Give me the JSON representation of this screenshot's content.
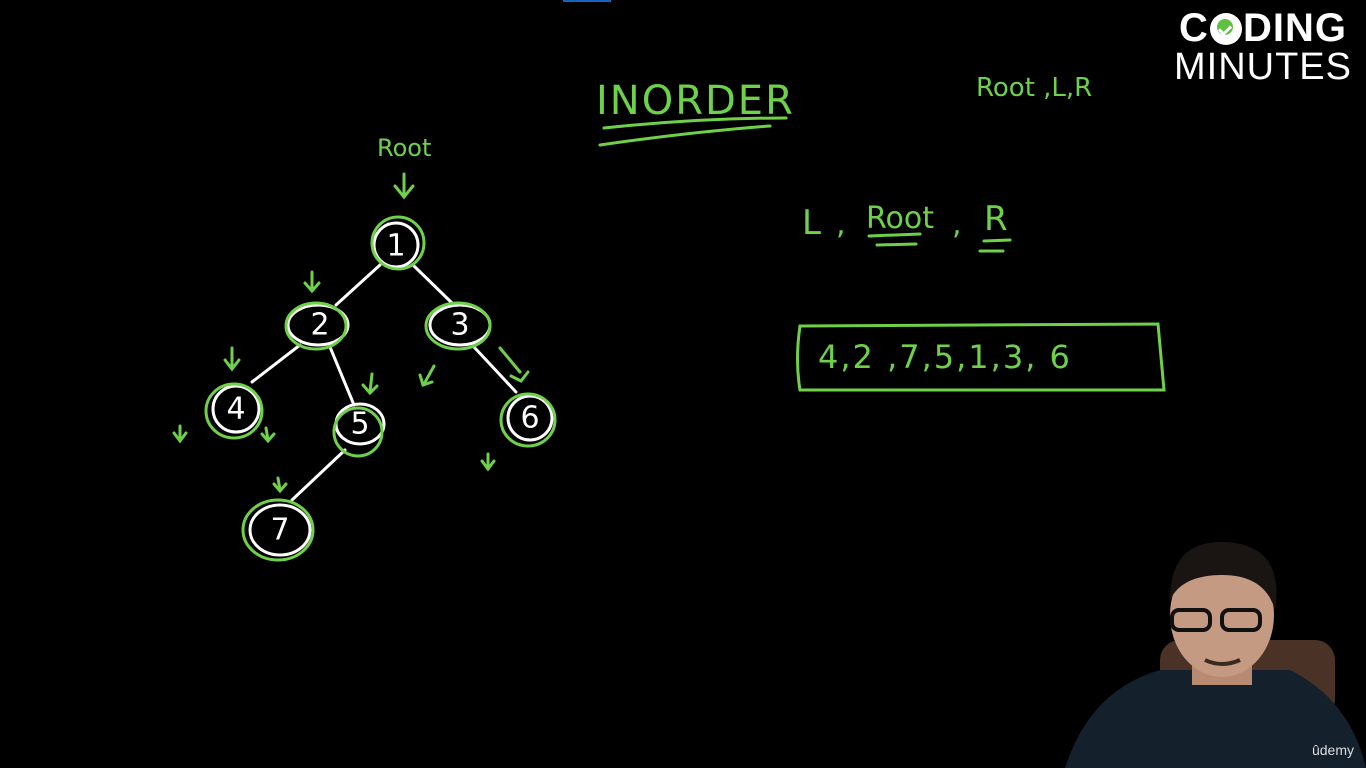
{
  "title": "INORDER",
  "preorder_note": "Root ,L,R",
  "root_label": "Root",
  "order_rule": {
    "left": "L",
    "sep1": ",",
    "root": "Root",
    "sep2": ",",
    "right": "R"
  },
  "tree": {
    "nodes": [
      "1",
      "2",
      "3",
      "4",
      "5",
      "6",
      "7"
    ]
  },
  "result": {
    "values": [
      "4",
      "2",
      "7",
      "5",
      "1",
      "3",
      "6"
    ],
    "text": "4,2 ,7,5,1,3, 6"
  },
  "logo": {
    "line1_a": "C",
    "line1_b": "DING",
    "line2": "MINUTES"
  },
  "watermark": "ûdemy",
  "colors": {
    "ink": "#6fd04a",
    "chalk": "#ffffff",
    "background": "#000000"
  }
}
